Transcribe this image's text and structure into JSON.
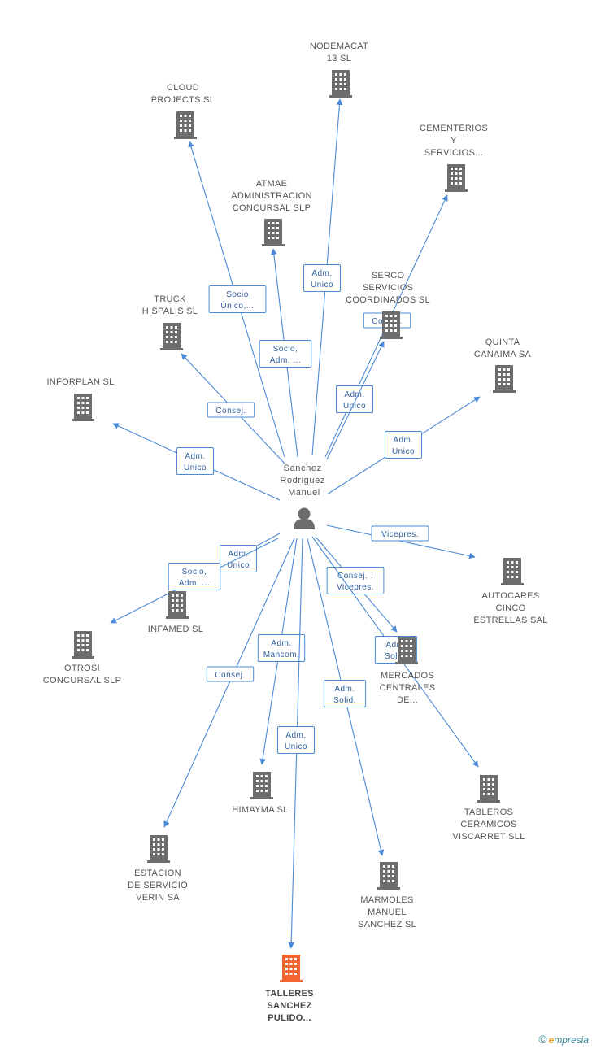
{
  "person": {
    "lines": [
      "Sanchez",
      "Rodriguez",
      "Manuel"
    ]
  },
  "companies": [
    {
      "id": "nodemacat",
      "lines": [
        "NODEMACAT",
        "13 SL"
      ],
      "focus": false
    },
    {
      "id": "cloud",
      "lines": [
        "CLOUD",
        "PROJECTS SL"
      ],
      "focus": false
    },
    {
      "id": "cementerios",
      "lines": [
        "CEMENTERIOS",
        "Y",
        "SERVICIOS..."
      ],
      "focus": false
    },
    {
      "id": "atmae",
      "lines": [
        "ATMAE",
        "ADMINISTRACION",
        "CONCURSAL SLP"
      ],
      "focus": false
    },
    {
      "id": "serco",
      "lines": [
        "SERCO",
        "SERVICIOS",
        "COORDINADOS SL"
      ],
      "focus": false
    },
    {
      "id": "truck",
      "lines": [
        "TRUCK",
        "HISPALIS SL"
      ],
      "focus": false
    },
    {
      "id": "quinta",
      "lines": [
        "QUINTA",
        "CANAIMA SA"
      ],
      "focus": false
    },
    {
      "id": "inforplan",
      "lines": [
        "INFORPLAN SL"
      ],
      "focus": false
    },
    {
      "id": "autocares",
      "lines": [
        "AUTOCARES",
        "CINCO",
        "ESTRELLAS SAL"
      ],
      "focus": false
    },
    {
      "id": "infamed",
      "lines": [
        "INFAMED SL"
      ],
      "focus": false
    },
    {
      "id": "otrosi",
      "lines": [
        "OTROSI",
        "CONCURSAL SLP"
      ],
      "focus": false
    },
    {
      "id": "mercados",
      "lines": [
        "MERCADOS",
        "CENTRALES",
        "DE..."
      ],
      "focus": false
    },
    {
      "id": "himayma",
      "lines": [
        "HIMAYMA SL"
      ],
      "focus": false
    },
    {
      "id": "tableros",
      "lines": [
        "TABLEROS",
        "CERAMICOS",
        "VISCARRET SLL"
      ],
      "focus": false
    },
    {
      "id": "estacion",
      "lines": [
        "ESTACION",
        "DE SERVICIO",
        "VERIN SA"
      ],
      "focus": false
    },
    {
      "id": "marmoles",
      "lines": [
        "MARMOLES",
        "MANUEL",
        "SANCHEZ SL"
      ],
      "focus": false
    },
    {
      "id": "talleres",
      "lines": [
        "TALLERES",
        "SANCHEZ",
        "PULIDO..."
      ],
      "focus": true
    }
  ],
  "relations": [
    {
      "to": "nodemacat",
      "lines": [
        "Adm.",
        "Unico"
      ]
    },
    {
      "to": "cloud",
      "lines": [
        "Socio",
        "Único,..."
      ]
    },
    {
      "to": "cementerios",
      "lines": [
        "Adm.",
        "Unico"
      ]
    },
    {
      "to": "atmae",
      "lines": [
        "Socio,",
        "Adm. ..."
      ]
    },
    {
      "to": "serco",
      "lines": [
        "Consej."
      ]
    },
    {
      "to": "truck",
      "lines": [
        "Consej."
      ]
    },
    {
      "to": "quinta",
      "lines": [
        "Adm.",
        "Unico"
      ]
    },
    {
      "to": "inforplan",
      "lines": [
        "Adm.",
        "Unico"
      ]
    },
    {
      "to": "autocares",
      "lines": [
        "Vicepres."
      ]
    },
    {
      "to": "infamed",
      "lines": [
        "Adm.",
        "Unico"
      ]
    },
    {
      "to": "otrosi",
      "lines": [
        "Socio,",
        "Adm. ..."
      ]
    },
    {
      "to": "mercados",
      "lines": [
        "Consej. ,",
        "Vicepres."
      ]
    },
    {
      "to": "tableros",
      "lines": [
        "Adm.",
        "Solid."
      ]
    },
    {
      "to": "himayma",
      "lines": [
        "Adm.",
        "Mancom."
      ]
    },
    {
      "to": "estacion",
      "lines": [
        "Consej."
      ]
    },
    {
      "to": "talleres",
      "lines": [
        "Adm.",
        "Unico"
      ]
    },
    {
      "to": "marmoles",
      "lines": [
        "Adm.",
        "Solid."
      ]
    }
  ],
  "colors": {
    "edge": "#4a8ad6",
    "building": "#6d6d6d",
    "focus_building": "#f26430",
    "person": "#6d6d6d"
  },
  "brand": {
    "copyright": "©",
    "initial": "e",
    "rest": "mpresia"
  }
}
